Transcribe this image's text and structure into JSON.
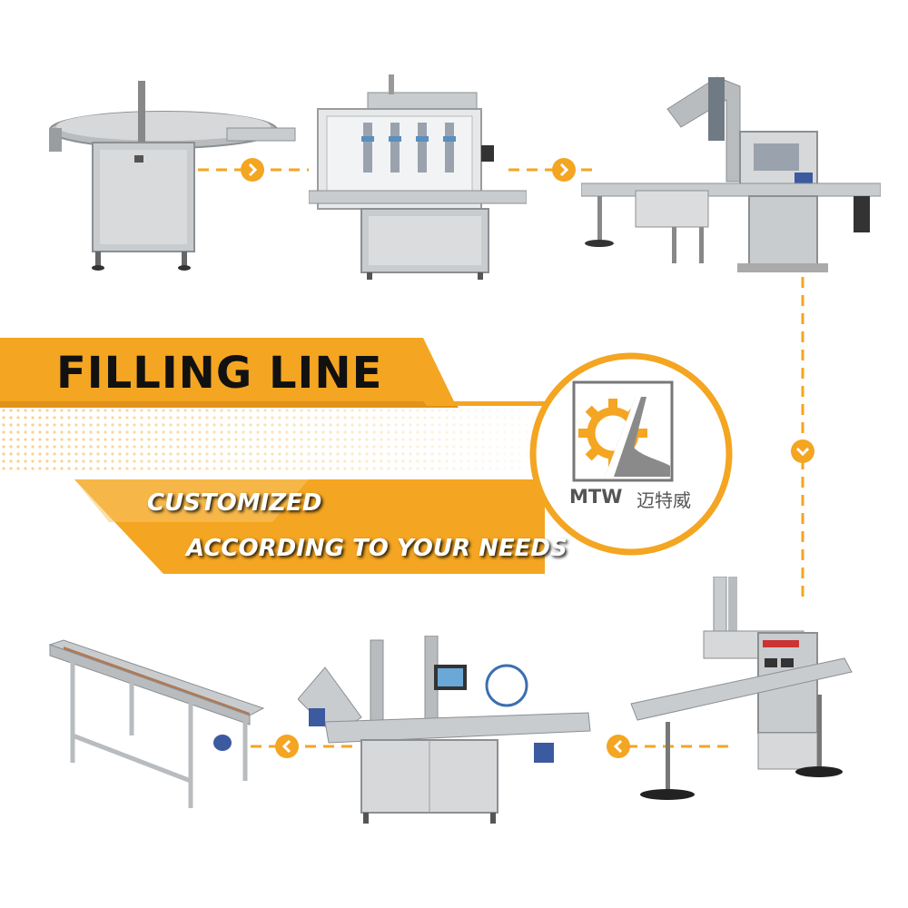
{
  "banner": {
    "title": "FILLING LINE",
    "subtitle_line1": "CUSTOMIZED",
    "subtitle_line2": "ACCORDING TO YOUR NEEDS"
  },
  "logo": {
    "brand": "MTW",
    "brand_cn": "迈特威"
  },
  "machines": [
    {
      "name": "rotary bottle unscrambler table"
    },
    {
      "name": "piston liquid filling machine"
    },
    {
      "name": "spindle capping machine"
    },
    {
      "name": "induction sealing machine"
    },
    {
      "name": "labeling machine"
    },
    {
      "name": "collection conveyor table"
    }
  ],
  "colors": {
    "accent": "#F4A521",
    "accent_light": "#F8C66A",
    "steel": "#C9CCCF",
    "text_dark": "#111111"
  }
}
